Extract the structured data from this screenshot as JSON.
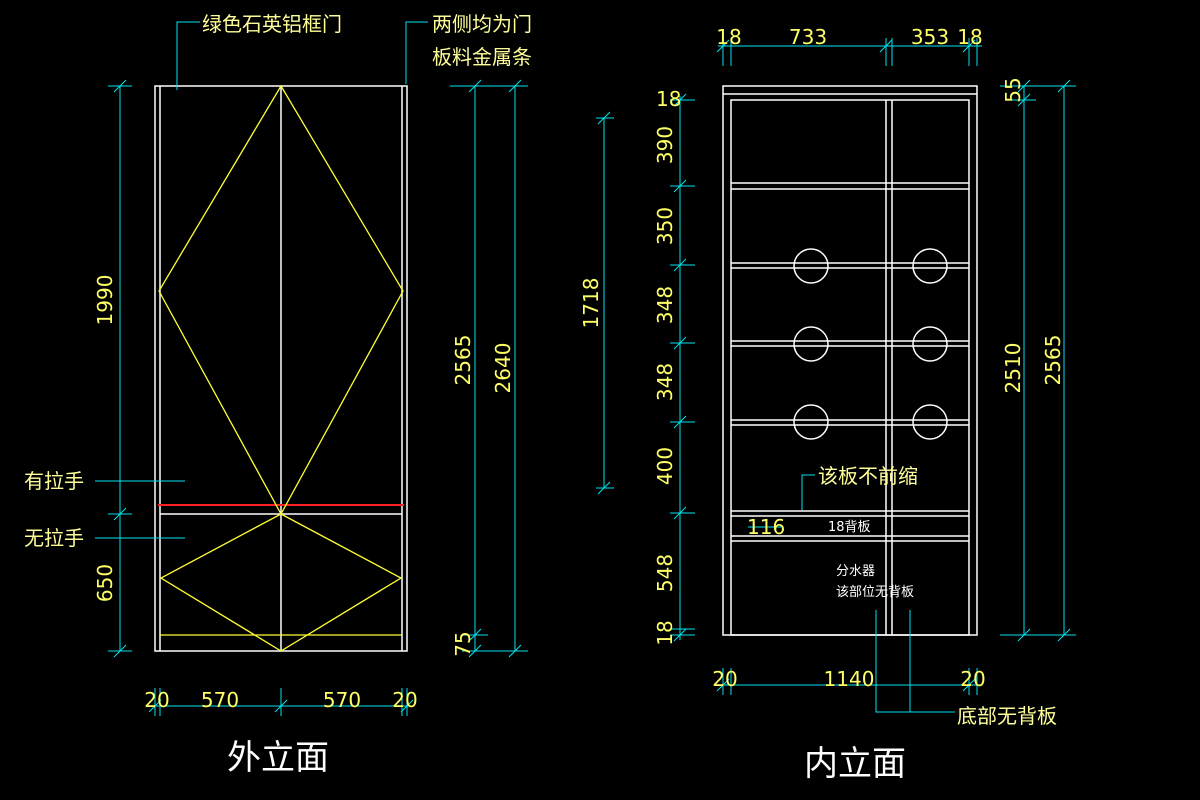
{
  "colors": {
    "background": "#000000",
    "outline": "#ffffff",
    "dimension": "#00e5ee",
    "dimension_text": "#ffff66",
    "pattern": "#ffff33",
    "divider": "#ff2020"
  },
  "exterior": {
    "title": "外立面",
    "annotations": {
      "door": "绿色石英铝框门",
      "side_strip_line1": "两侧均为门",
      "side_strip_line2": "板料金属条",
      "with_handle": "有拉手",
      "without_handle": "无拉手"
    },
    "dims": {
      "left_upper": "1990",
      "left_lower": "650",
      "right_inner": "2565",
      "right_outer": "2640",
      "base": "75",
      "bottom_left_edge": "20",
      "bottom_left": "570",
      "bottom_right": "570",
      "bottom_right_edge": "20"
    }
  },
  "interior": {
    "title": "内立面",
    "annotations": {
      "no_shrink": "该板不前缩",
      "back_board": "18背板",
      "manifold": "分水器",
      "no_back_here": "该部位无背板",
      "bottom_no_back": "底部无背板"
    },
    "dims": {
      "top_left_edge": "18",
      "top_left": "733",
      "top_right": "353",
      "top_right_edge": "18",
      "left_rows": [
        "18",
        "390",
        "350",
        "348",
        "348",
        "400",
        "548",
        "18"
      ],
      "left_span": "1718",
      "board_offset": "116",
      "right_top": "55",
      "right_inner": "2510",
      "right_outer": "2565",
      "bottom_left_edge": "20",
      "bottom_width": "1140",
      "bottom_right_edge": "20"
    }
  }
}
